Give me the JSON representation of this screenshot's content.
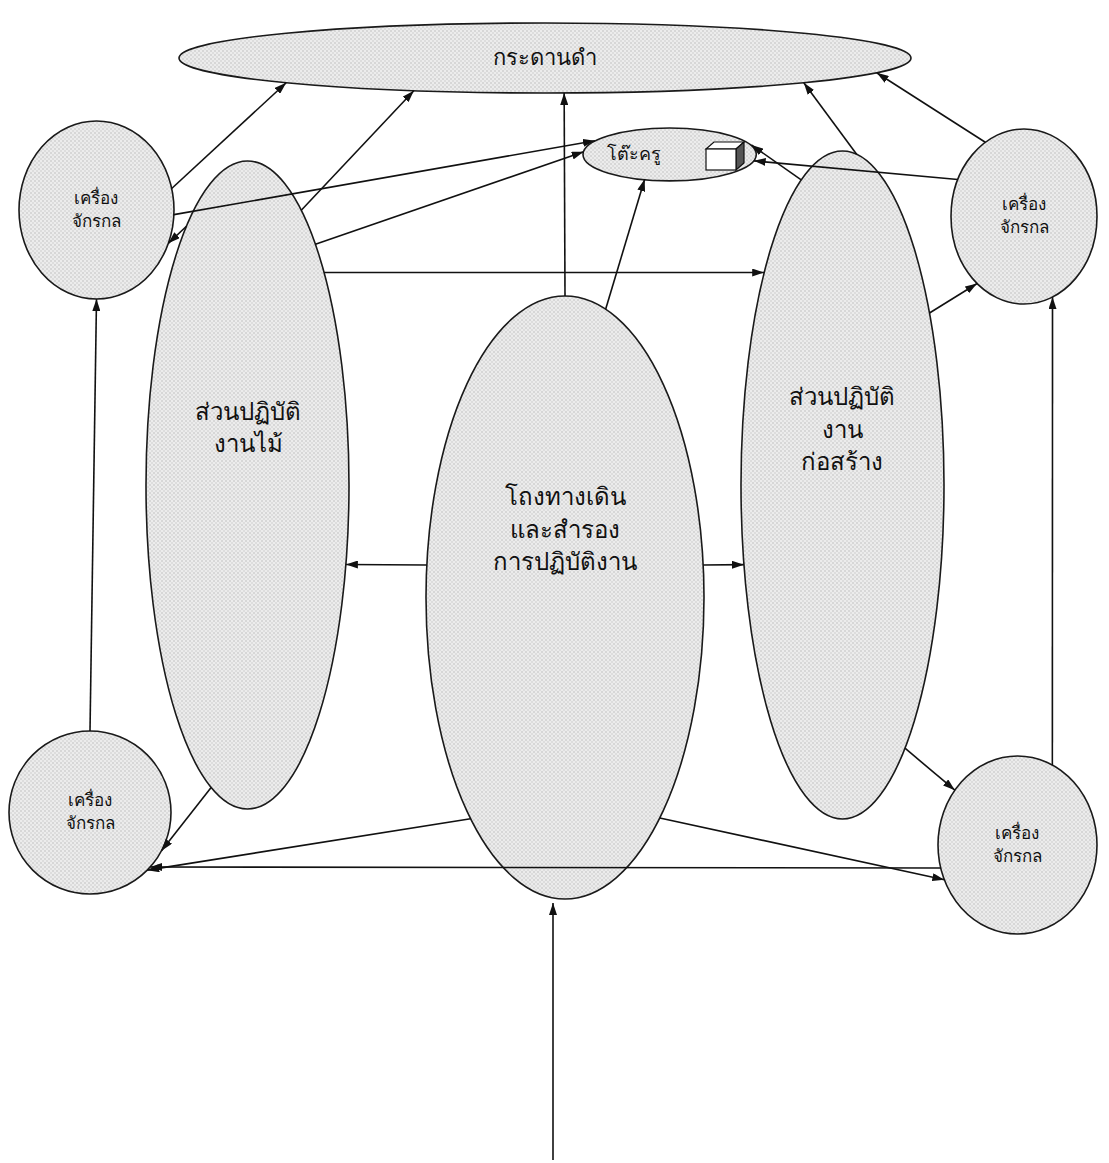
{
  "diagram": {
    "nodes": [
      {
        "text": [
          "กระดานดำ"
        ]
      },
      {
        "text": [
          "โต๊ะครู"
        ]
      },
      {
        "text": [
          "เครื่อง จักรกล"
        ]
      },
      {
        "text": [
          "เครื่อง จักรกล"
        ]
      },
      {
        "text": [
          "ส่วนปฏิบัติ งานไม้"
        ]
      },
      {
        "text": [
          "โถงทางเดิน และสำรอง การปฏิบัติงาน"
        ]
      },
      {
        "text": [
          "ส่วนปฏิบัติ งาน ก่อสร้าง"
        ]
      },
      {
        "text": [
          "เครื่อง จักรกล"
        ]
      },
      {
        "text": [
          "เครื่อง จักรกล"
        ]
      }
    ],
    "edges": [
      {
        "from": 2,
        "to": 0,
        "arrow": "to"
      },
      {
        "from": 2,
        "to": 1,
        "arrow": "to"
      },
      {
        "from": 4,
        "to": 0,
        "arrow": "to"
      },
      {
        "from": 4,
        "to": 1,
        "arrow": "to"
      },
      {
        "from": 4,
        "to": 2,
        "arrow": "to"
      },
      {
        "from": 4,
        "to": 6,
        "arrow": "to"
      },
      {
        "from": 4,
        "to": 7,
        "arrow": "to"
      },
      {
        "from": 5,
        "to": 0,
        "arrow": "to"
      },
      {
        "from": 5,
        "to": 1,
        "arrow": "to"
      },
      {
        "from": 5,
        "to": 4,
        "arrow": "to"
      },
      {
        "from": 5,
        "to": 6,
        "arrow": "to"
      },
      {
        "from": 5,
        "to": 7,
        "arrow": "to"
      },
      {
        "from": 5,
        "to": 8,
        "arrow": "to"
      },
      {
        "from": 6,
        "to": 0,
        "arrow": "to"
      },
      {
        "from": 6,
        "to": 1,
        "arrow": "to"
      },
      {
        "from": 6,
        "to": 3,
        "arrow": "to"
      },
      {
        "from": 6,
        "to": 8,
        "arrow": "to"
      },
      {
        "from": 3,
        "to": 0,
        "arrow": "to"
      },
      {
        "from": 3,
        "to": 1,
        "arrow": "to"
      },
      {
        "from": 7,
        "to": 2,
        "arrow": "to"
      },
      {
        "from": 8,
        "to": 3,
        "arrow": "to"
      },
      {
        "from": 8,
        "to": 7,
        "arrow": "to"
      }
    ]
  }
}
